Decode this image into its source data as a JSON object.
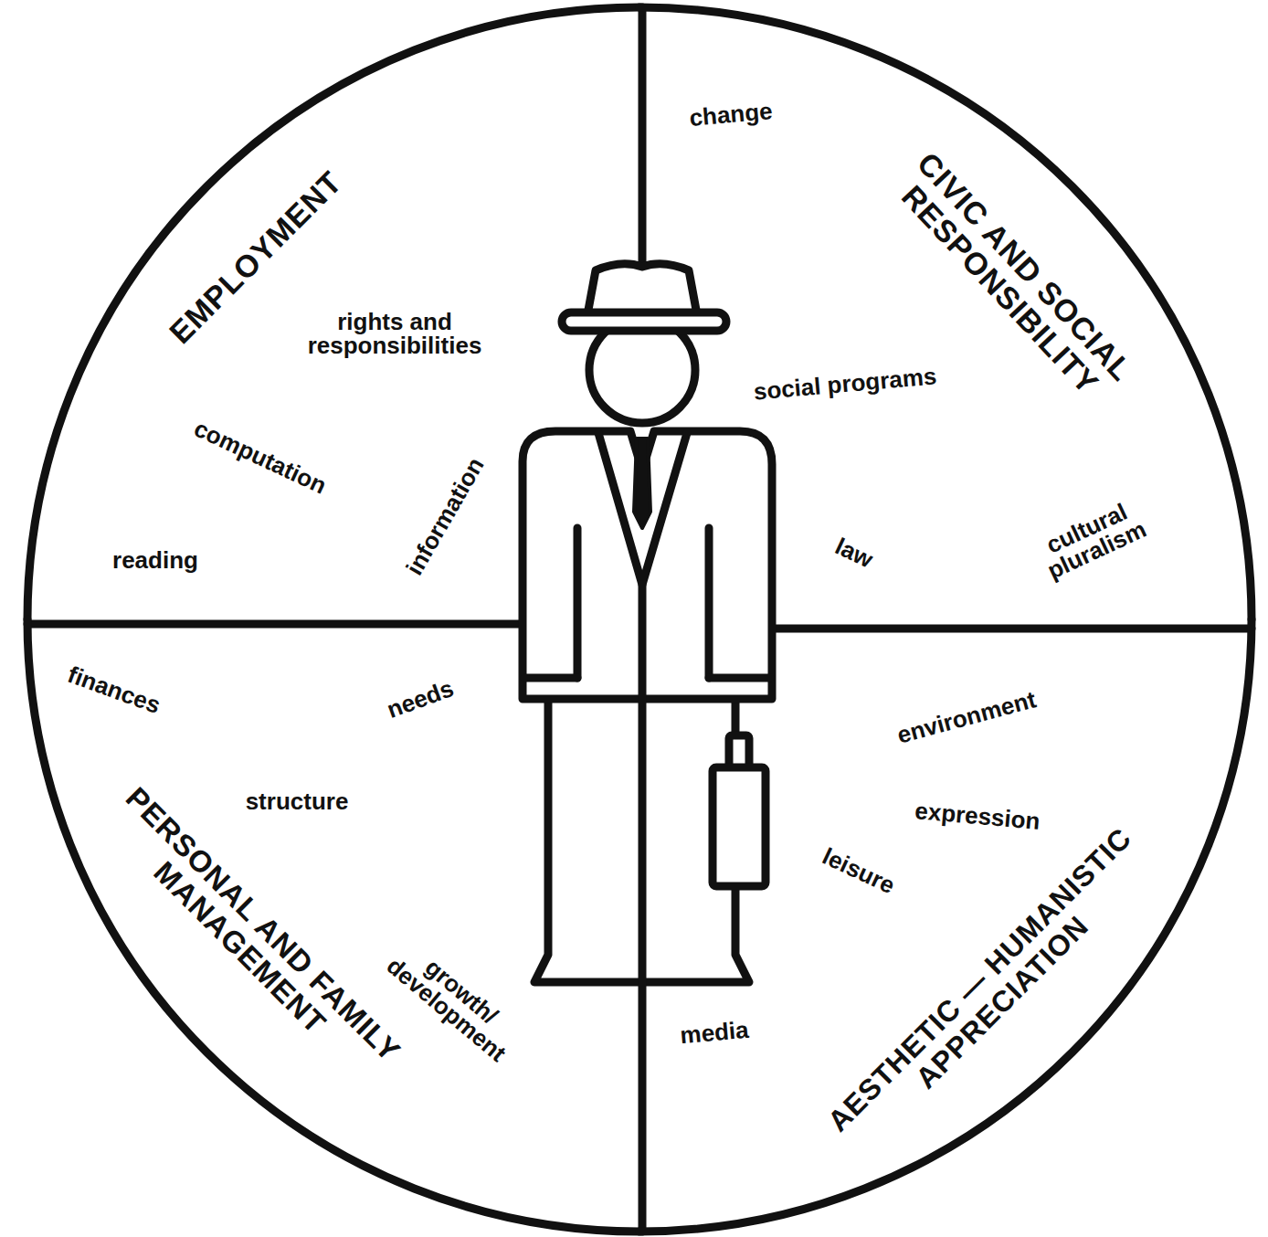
{
  "diagram": {
    "nodes": [
      {
        "text": [
          "EMPLOYMENT",
          "rights and responsibilities",
          "computation",
          "information",
          "reading"
        ]
      },
      {
        "text": [
          "CIVIC AND SOCIAL RESPONSIBILITY",
          "change",
          "social programs",
          "law",
          "cultural pluralism"
        ]
      },
      {
        "text": [
          "PERSONAL AND FAMILY MANAGEMENT",
          "finances",
          "needs",
          "structure",
          "growth/ development"
        ]
      },
      {
        "text": [
          "AESTHETIC — HUMANISTIC APPRECIATION",
          "environment",
          "expression",
          "leisure",
          "media"
        ]
      }
    ]
  }
}
